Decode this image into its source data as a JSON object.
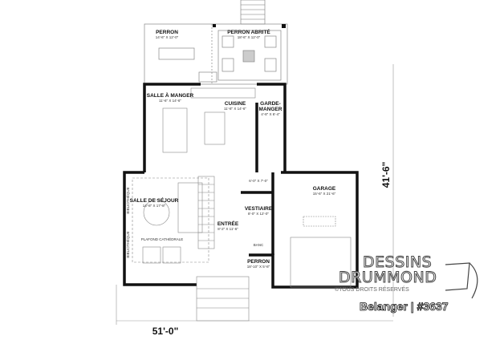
{
  "rooms": {
    "perron_arriere": {
      "name": "PERRON",
      "size": "14'-6\" X 12'-0\""
    },
    "perron_abrite": {
      "name": "PERRON ABRITÉ",
      "size": "18'-6\" X 12'-0\""
    },
    "salle_a_manger": {
      "name": "SALLE À MANGER",
      "size": "11'-6\" X 14'-6\""
    },
    "cuisine": {
      "name": "CUISINE",
      "size": "11'-8\" X 14'-6\""
    },
    "garde_manger": {
      "name1": "GARDE-",
      "name2": "MANGER",
      "size": "4'-8\" X 6'-4\""
    },
    "salle_de_sejour": {
      "name": "SALLE DE SÉJOUR",
      "size": "14'-8\" X 17'-8\""
    },
    "plafond": "PLAFOND CATHÉDRALE",
    "bibliotheque": "BIBLIOTHÈQUE",
    "entree": {
      "name": "ENTRÉE",
      "size": "8'-2\" X 11'-6\""
    },
    "salle_eau": {
      "size": "6'-0\" X 7'-0\""
    },
    "vestiaire": {
      "name": "VESTIAIRE",
      "size": "8'-0\" X 12'-0\""
    },
    "banc": "BANC",
    "garage": {
      "name": "GARAGE",
      "size": "15'-6\" X 21'-6\""
    },
    "perron_avant": {
      "name": "PERRON",
      "size": "18'-10\" X 5'-8\""
    }
  },
  "dimensions": {
    "depth": "41'-6\"",
    "width": "51'-0\""
  },
  "brand": {
    "line1": "DESSINS",
    "line2": "DRUMMOND",
    "copyright": "©TOUS DROITS RÉSERVÉS",
    "plan_title": "Belanger | #3637"
  }
}
